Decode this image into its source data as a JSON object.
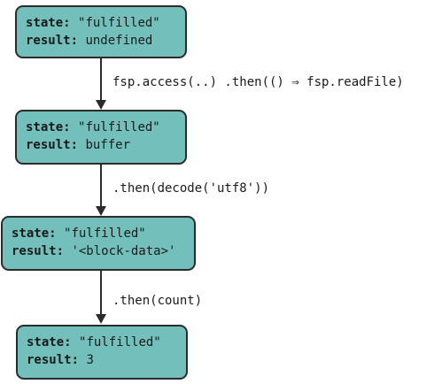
{
  "states": [
    {
      "state_key": "state:",
      "state_value": "\"fulfilled\"",
      "result_key": "result:",
      "result_value": "undefined"
    },
    {
      "state_key": "state:",
      "state_value": "\"fulfilled\"",
      "result_key": "result:",
      "result_value": "buffer"
    },
    {
      "state_key": "state:",
      "state_value": "\"fulfilled\"",
      "result_key": "result:",
      "result_value": "'<block-data>'"
    },
    {
      "state_key": "state:",
      "state_value": "\"fulfilled\"",
      "result_key": "result:",
      "result_value": "3"
    }
  ],
  "steps": [
    {
      "label": "fsp.access(..) .then(() ⇒ fsp.readFile)"
    },
    {
      "label": ".then(decode('utf8'))"
    },
    {
      "label": ".then(count)"
    }
  ],
  "colors": {
    "box_fill": "#72bfbb",
    "box_border": "#2b2b2b"
  }
}
